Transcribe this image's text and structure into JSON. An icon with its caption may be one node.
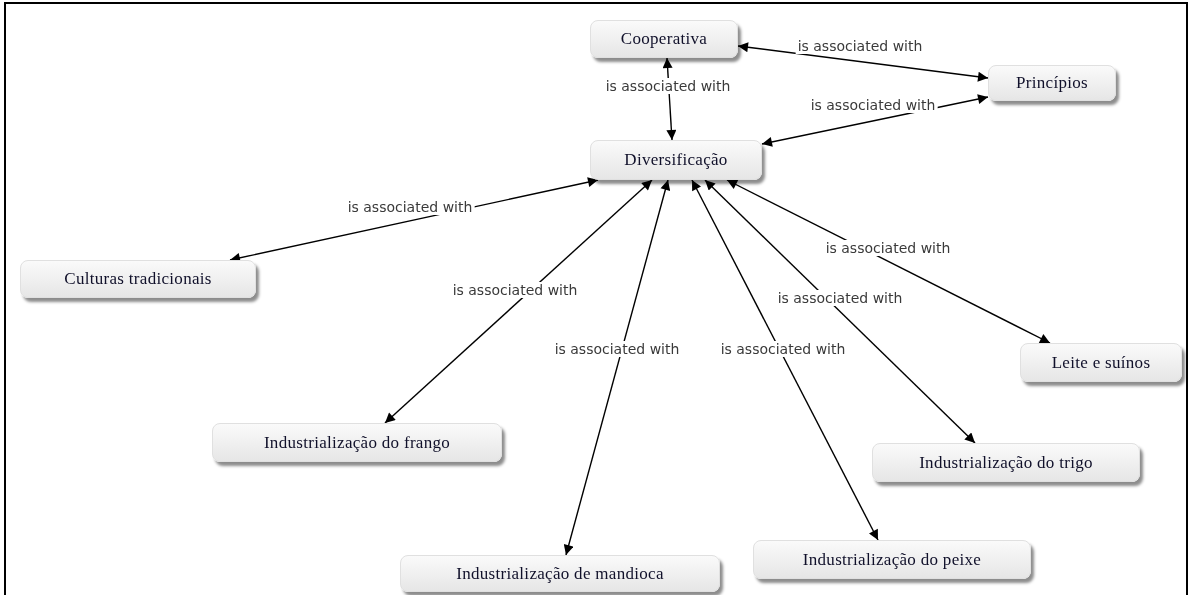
{
  "diagram": {
    "nodes": [
      {
        "text": [
          "Cooperativa"
        ]
      },
      {
        "text": [
          "Princípios"
        ]
      },
      {
        "text": [
          "Diversificação"
        ]
      },
      {
        "text": [
          "Culturas tradicionais"
        ]
      },
      {
        "text": [
          "Industrialização do frango"
        ]
      },
      {
        "text": [
          "Industrialização de mandioca"
        ]
      },
      {
        "text": [
          "Industrialização do peixe"
        ]
      },
      {
        "text": [
          "Industrialização do trigo"
        ]
      },
      {
        "text": [
          "Leite e suínos"
        ]
      }
    ],
    "edges": [
      {
        "from": 0,
        "to": 1,
        "arrow": "both",
        "label": "is associated with"
      },
      {
        "from": 0,
        "to": 2,
        "arrow": "both",
        "label": "is associated with"
      },
      {
        "from": 2,
        "to": 1,
        "arrow": "both",
        "label": "is associated with"
      },
      {
        "from": 2,
        "to": 3,
        "arrow": "both",
        "label": "is associated with"
      },
      {
        "from": 2,
        "to": 4,
        "arrow": "both",
        "label": "is associated with"
      },
      {
        "from": 2,
        "to": 5,
        "arrow": "both",
        "label": "is associated with"
      },
      {
        "from": 2,
        "to": 6,
        "arrow": "both",
        "label": "is associated with"
      },
      {
        "from": 2,
        "to": 7,
        "arrow": "both",
        "label": "is associated with"
      },
      {
        "from": 2,
        "to": 8,
        "arrow": "both",
        "label": "is associated with"
      }
    ]
  }
}
